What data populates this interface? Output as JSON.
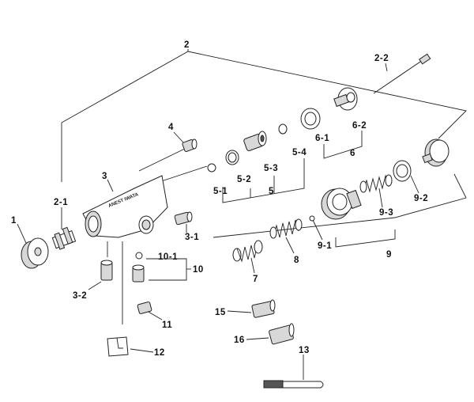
{
  "diagram": {
    "labels": {
      "l2": "2",
      "l2_1": "2-1",
      "l2_2": "2-2",
      "l1": "1",
      "l3": "3",
      "l3_1": "3-1",
      "l3_2": "3-2",
      "l4": "4",
      "l5": "5",
      "l5_1": "5-1",
      "l5_2": "5-2",
      "l5_3": "5-3",
      "l5_4": "5-4",
      "l6": "6",
      "l6_1": "6-1",
      "l6_2": "6-2",
      "l7": "7",
      "l8": "8",
      "l9": "9",
      "l9_1": "9-1",
      "l9_2": "9-2",
      "l9_3": "9-3",
      "l10": "10",
      "l10_1": "10-1",
      "l11": "11",
      "l12": "12",
      "l13": "13",
      "l15": "15",
      "l16": "16"
    }
  }
}
